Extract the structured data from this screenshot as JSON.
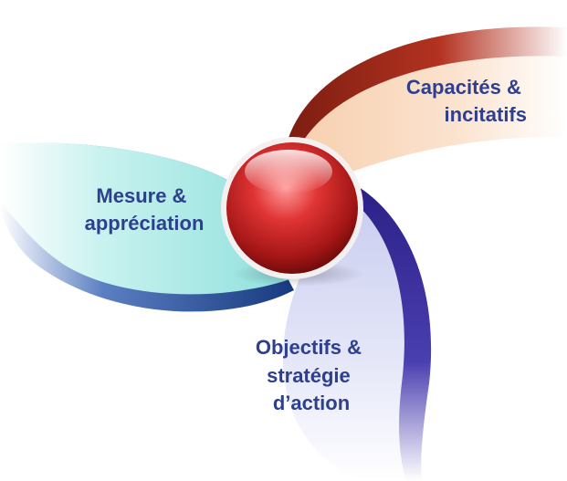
{
  "colors": {
    "text": "#2e3f8e",
    "hub_light": "#ff8f8f",
    "hub_mid": "#d62a2a",
    "hub_dark": "#6b0a0a",
    "blade_top_fill": "#fbe3cf",
    "blade_top_edge": "#a52b1c",
    "blade_left_fill": "#a6e8e4",
    "blade_left_edge": "#1f4f9a",
    "blade_bottom_fill": "#dde0f4",
    "blade_bottom_edge": "#3a2f9a"
  },
  "labels": {
    "capacites": {
      "line1": "Capacités &",
      "line2": "incitatifs"
    },
    "mesure": {
      "line1": "Mesure &",
      "line2": "appréciation"
    },
    "objectifs": {
      "line1": "Objectifs &",
      "line2": "stratégie",
      "line3": "d’action"
    }
  }
}
